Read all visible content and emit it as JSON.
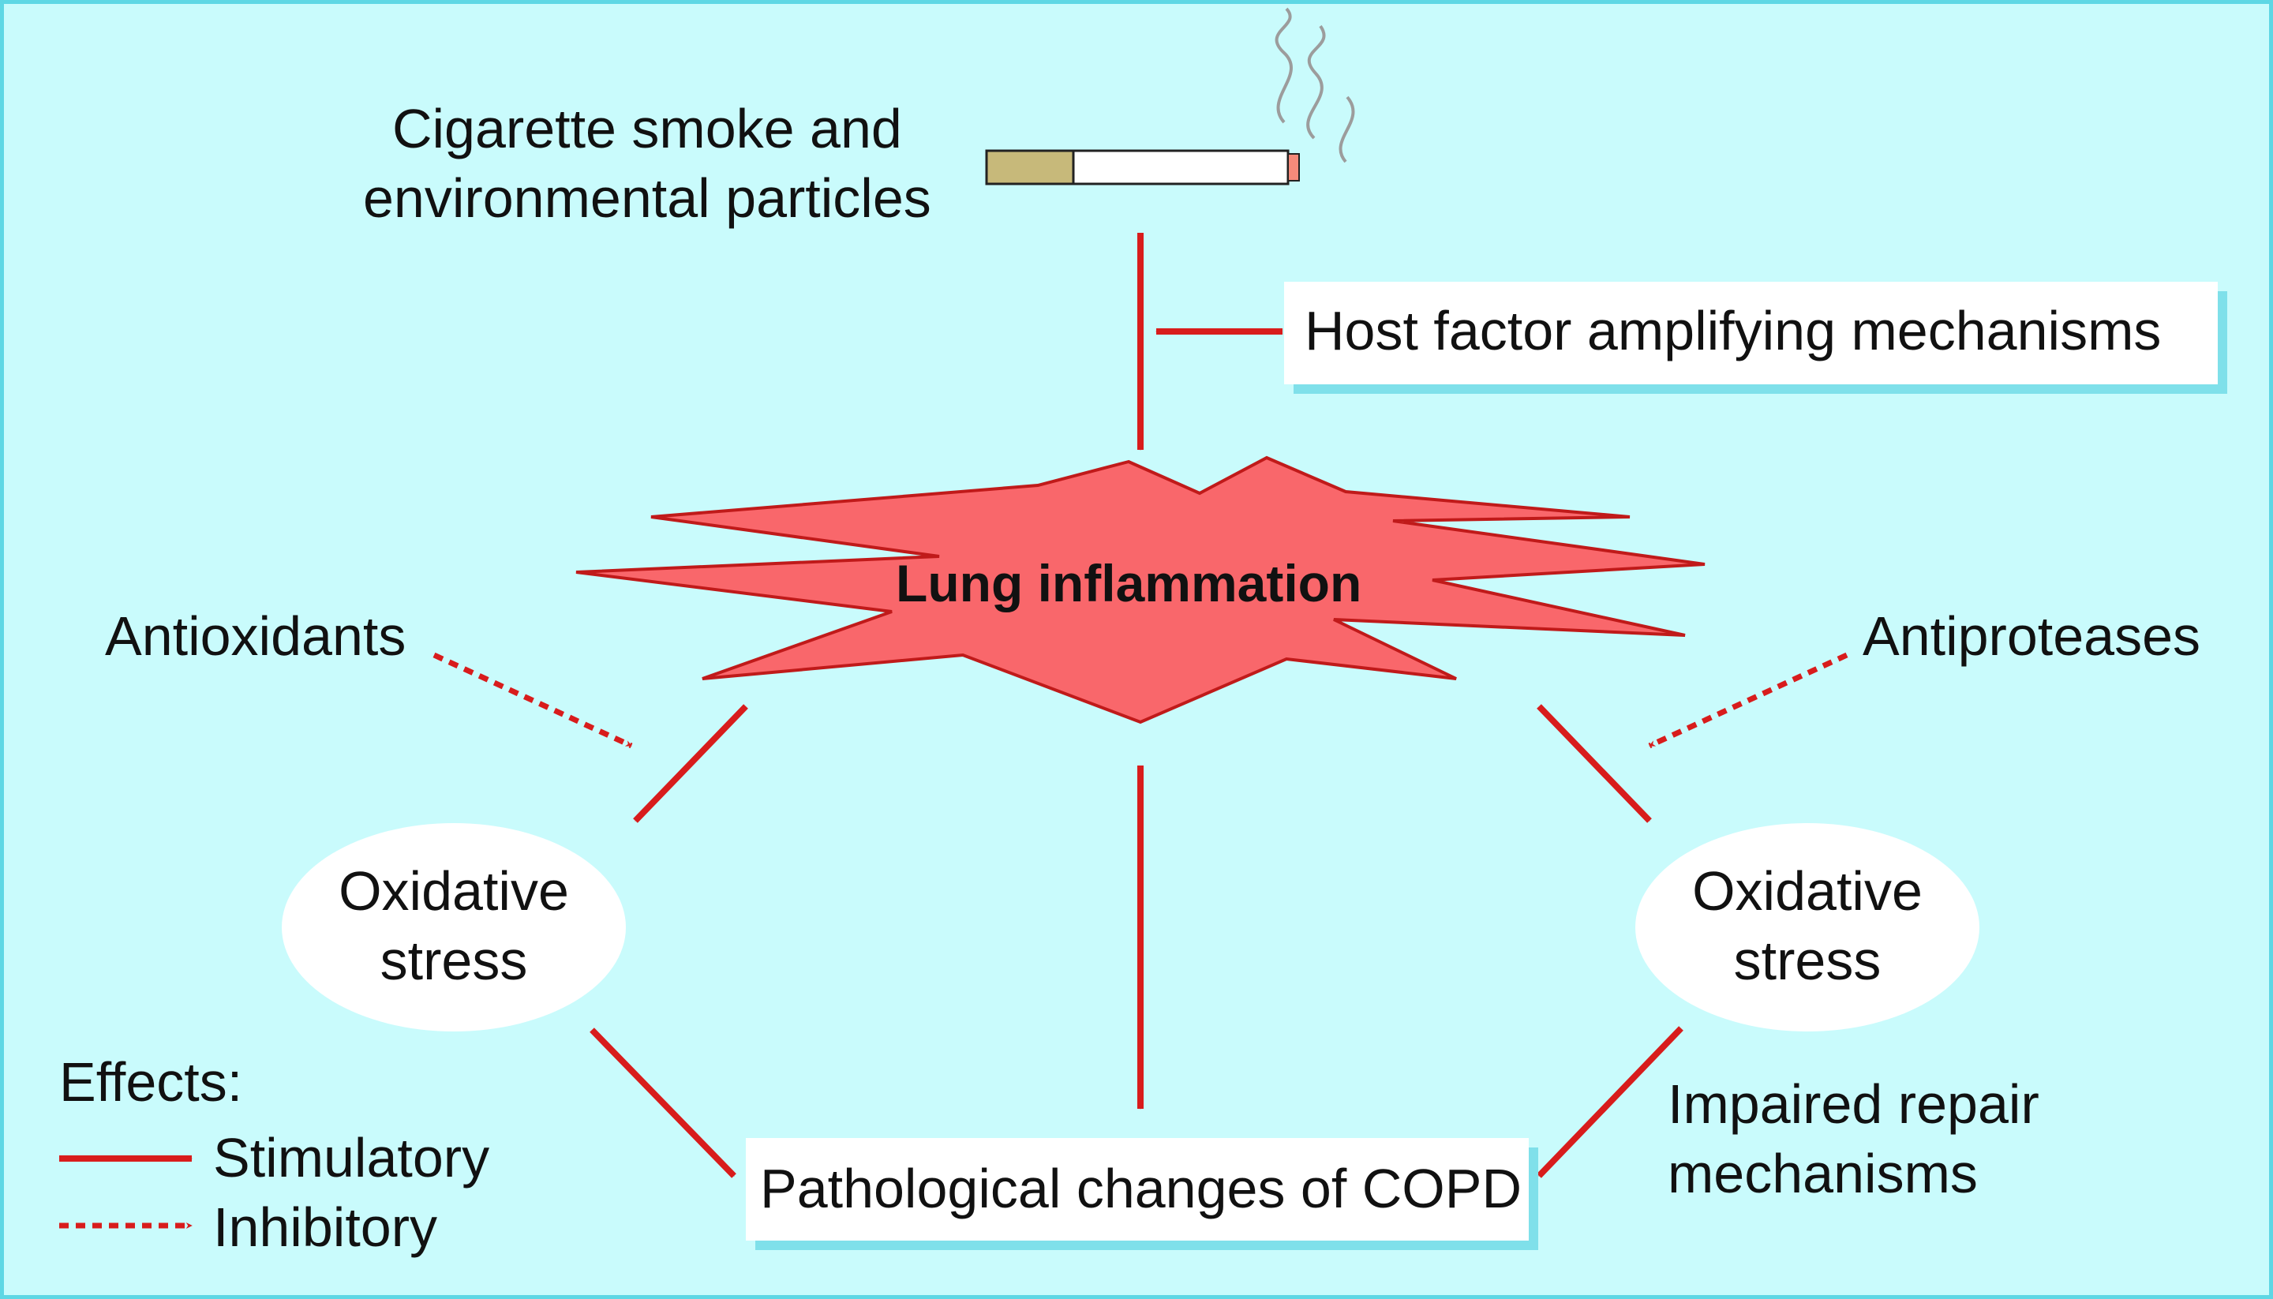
{
  "title": "",
  "labels": {
    "source_line1": "Cigarette smoke and",
    "source_line2": "environmental particles",
    "host_factor": "Host factor amplifying mechanisms",
    "lung_inflammation": "Lung inflammation",
    "antioxidants": "Antioxidants",
    "antiproteases": "Antiproteases",
    "left_oxidative_line1": "Oxidative",
    "left_oxidative_line2": "stress",
    "right_oxidative_line1": "Oxidative",
    "right_oxidative_line2": "stress",
    "outcome": "Pathological changes of COPD",
    "repair_line1": "Impaired repair",
    "repair_line2": "mechanisms"
  },
  "legend": {
    "title": "Effects:",
    "stimulatory": "Stimulatory",
    "inhibitory": "Inhibitory"
  },
  "colors": {
    "background": "#c9fbfc",
    "frame": "#5ed7e4",
    "arrow": "#d81c1c",
    "burst_fill": "#f9676b",
    "box_shadow": "#7fe0ea",
    "cigarette_filter": "#c7b97a"
  },
  "icons": {
    "source": "cigarette-icon",
    "inflammation": "starburst-icon"
  }
}
